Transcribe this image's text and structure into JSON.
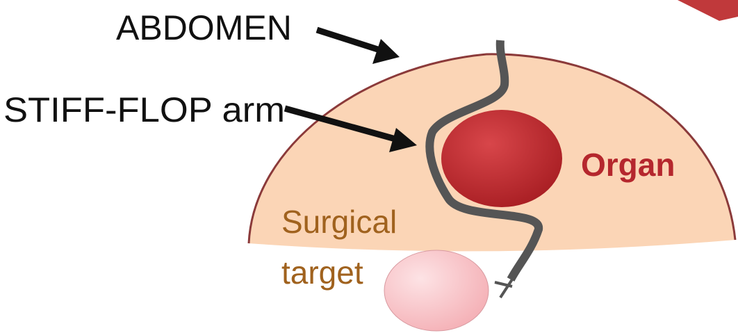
{
  "labels": {
    "abdomen": "ABDOMEN",
    "arm": "STIFF-FLOP arm",
    "organ": "Organ",
    "target_line1": "Surgical",
    "target_line2": "target"
  },
  "colors": {
    "abdomen_fill": "#fbd5b6",
    "abdomen_outline": "#8b3a3a",
    "arm": "#555555",
    "organ": "#c0282d",
    "organ_label": "#b5272d",
    "target_fill": "#f9c9cd",
    "target_text": "#a0621e",
    "arrow": "#111111",
    "corner_accent": "#c0393b"
  }
}
